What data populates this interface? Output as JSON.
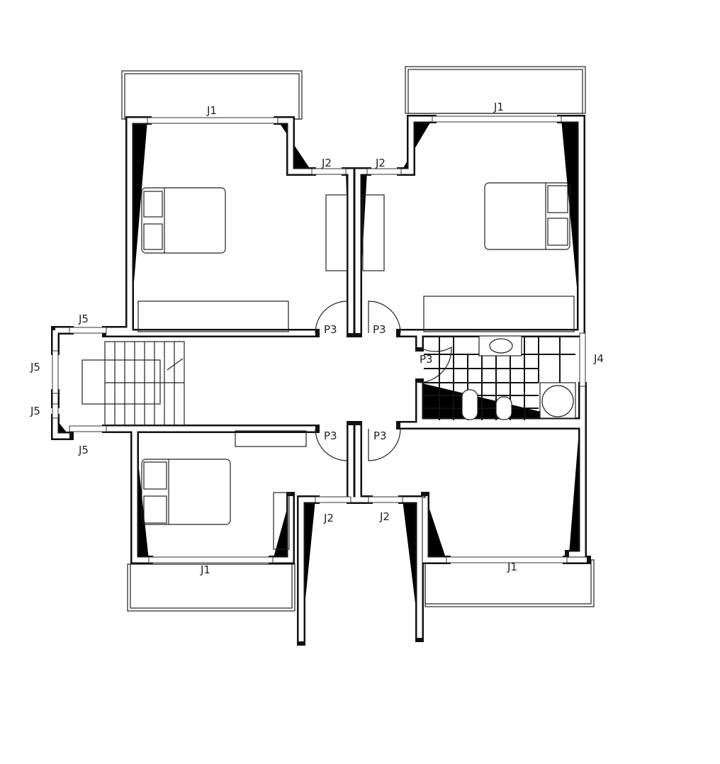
{
  "plan": {
    "windows": {
      "j1_top_left": "J1",
      "j1_top_right": "J1",
      "j1_bottom_left": "J1",
      "j1_bottom_right": "J1",
      "j2_top_left": "J2",
      "j2_top_right": "J2",
      "j2_bottom_left": "J2",
      "j2_bottom_right": "J2",
      "j5_top": "J5",
      "j5_left_upper": "J5",
      "j5_left_lower": "J5",
      "j5_bottom": "J5",
      "j4": "J4"
    },
    "doors": {
      "p3_top_left": "P3",
      "p3_top_right": "P3",
      "p3_bath": "P3",
      "p3_bottom_left": "P3",
      "p3_bottom_right": "P3"
    }
  }
}
